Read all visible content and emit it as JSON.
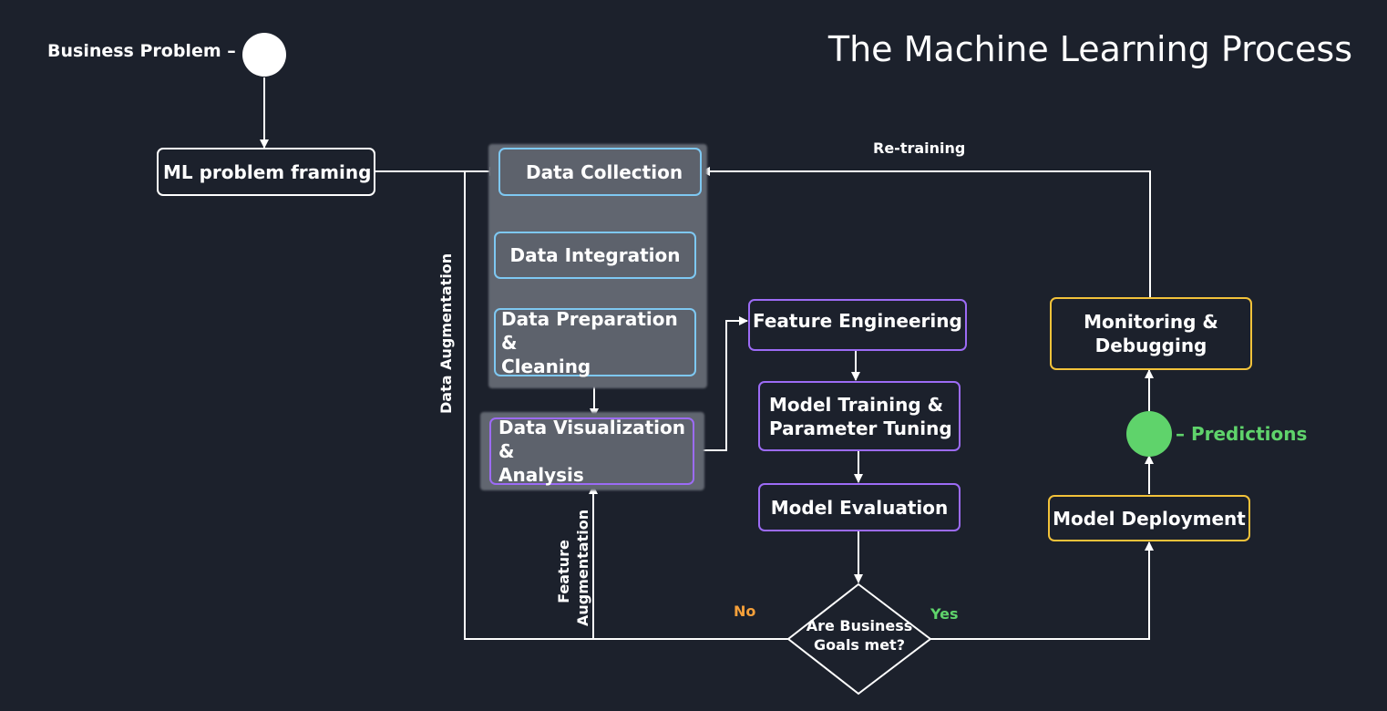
{
  "title": "The Machine Learning Process",
  "start_label": "Business Problem –",
  "predictions_label": "– Predictions",
  "nodes": {
    "ml_framing": "ML problem framing",
    "data_collection": "Data Collection",
    "data_integration": "Data Integration",
    "data_preparation": "Data Preparation &\nCleaning",
    "data_visualization": "Data Visualization &\nAnalysis",
    "feature_engineering": "Feature Engineering",
    "model_training": "Model Training &\nParameter Tuning",
    "model_evaluation": "Model Evaluation",
    "decision": "Are Business\nGoals met?",
    "model_deployment": "Model Deployment",
    "monitoring": "Monitoring &\nDebugging"
  },
  "edge_labels": {
    "retraining": "Re-training",
    "data_augmentation": "Data Augmentation",
    "feature_augmentation": "Feature\nAugmentation",
    "no": "No",
    "yes": "Yes"
  },
  "colors": {
    "background": "#1c212c",
    "data_nodes": "#7ec8f2",
    "model_nodes": "#9c6bf5",
    "deploy_nodes": "#f2c23a",
    "predictions": "#5fd36b",
    "no_label": "#f5a03a",
    "yes_label": "#5fd36b"
  }
}
